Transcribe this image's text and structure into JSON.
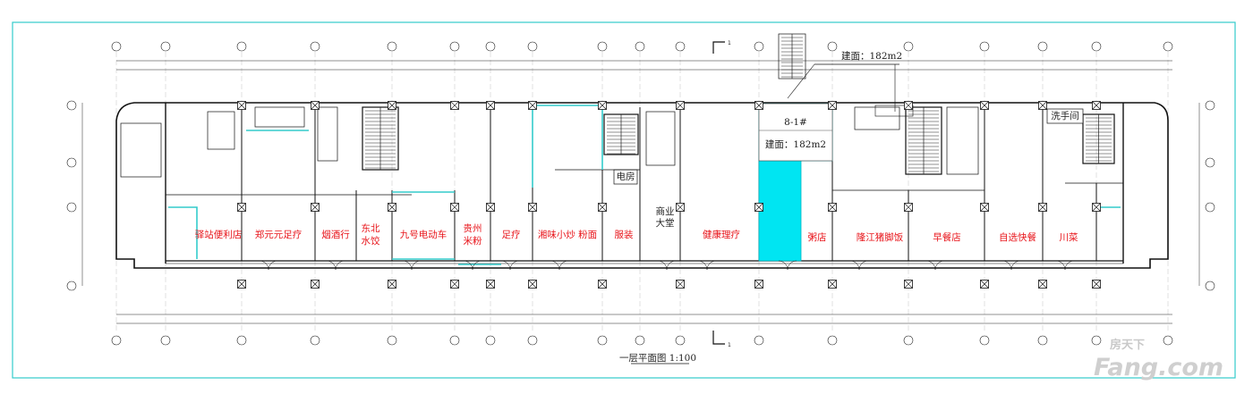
{
  "drawing": {
    "title": "一层平面图 1:100",
    "section_mark": "1",
    "small_room_label": "电房",
    "wash_room_label": "洗手间",
    "lobby": {
      "line1": "商业",
      "line2": "大堂"
    }
  },
  "highlight": {
    "unit_no": "8-1#",
    "area_label": "建面：182m2",
    "top_callout": "建面：182m2",
    "color": "#00e5f2"
  },
  "shops": [
    {
      "id": "yizhan",
      "lines": [
        "驿站便利店"
      ]
    },
    {
      "id": "zhengyuanyuan",
      "lines": [
        "郑元元足疗"
      ]
    },
    {
      "id": "yanjiu",
      "lines": [
        "烟酒行"
      ]
    },
    {
      "id": "dongbei",
      "lines": [
        "东北",
        "水饺"
      ]
    },
    {
      "id": "jiuhao",
      "lines": [
        "九号电动车"
      ]
    },
    {
      "id": "guizhou",
      "lines": [
        "贵州",
        "米粉"
      ]
    },
    {
      "id": "zuliao",
      "lines": [
        "足疗"
      ]
    },
    {
      "id": "xiangwei",
      "lines": [
        "湘味小炒 粉面"
      ]
    },
    {
      "id": "fuzhuang",
      "lines": [
        "服装"
      ]
    },
    {
      "id": "jiankang",
      "lines": [
        "健康理疗"
      ]
    },
    {
      "id": "zhoudian",
      "lines": [
        "粥店"
      ]
    },
    {
      "id": "longjiang",
      "lines": [
        "隆江猪脚饭"
      ]
    },
    {
      "id": "zaocan",
      "lines": [
        "早餐店"
      ]
    },
    {
      "id": "zixuan",
      "lines": [
        "自选快餐"
      ]
    },
    {
      "id": "chuancai",
      "lines": [
        "川菜"
      ]
    }
  ],
  "watermark": {
    "brand_cn": "房天下",
    "brand_en": "Fang.com"
  },
  "colors": {
    "frame": "#33cccc",
    "shop_text": "#e8141a",
    "wall": "#111111"
  }
}
